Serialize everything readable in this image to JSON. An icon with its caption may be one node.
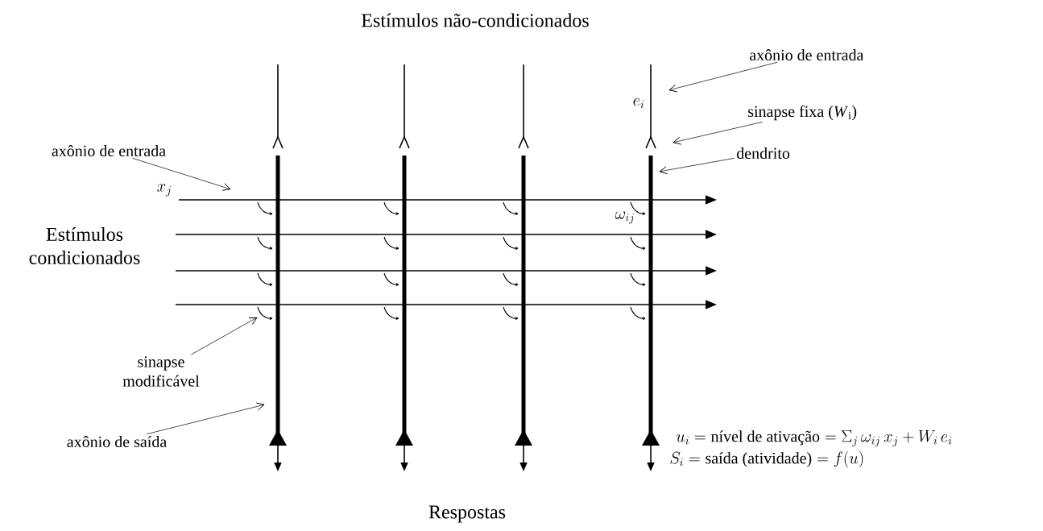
{
  "diagram": {
    "title": "Estímulos não-condicionados",
    "nodes": [
      {
        "text": [
          "axônio de entrada"
        ]
      },
      {
        "text": [
          "axônio de entrada"
        ]
      },
      {
        "text": [
          "sinapse fixa (*W*$_{i}$)"
        ]
      },
      {
        "text": [
          "dendrito"
        ]
      },
      {
        "text": [
          "sinapse modificável"
        ]
      },
      {
        "text": [
          "axônio de saída"
        ]
      },
      {
        "text": [],
        "shape": "hook"
      }
    ],
    "edges": [
      {
        "from": 0,
        "to": null,
        "arrow": "to"
      },
      {
        "from": 1,
        "to": null,
        "arrow": "to"
      },
      {
        "from": 2,
        "to": null,
        "arrow": "to"
      },
      {
        "from": 3,
        "to": null,
        "arrow": "to"
      },
      {
        "from": 4,
        "to": 6,
        "arrow": "to"
      },
      {
        "from": 5,
        "to": null,
        "arrow": "to"
      }
    ],
    "labels": [
      "Estímulos condicionados",
      "Respostas",
      "x_j",
      "e_i",
      "\\omega_{ij}",
      "u_i = \\mbox{nível de ativação} = \\Sigma_j\\, \\omega_{ij}\\, x_j + W_i\\, e_i",
      "S_i = \\mbox{saída (atividade)} = f(u)"
    ]
  }
}
